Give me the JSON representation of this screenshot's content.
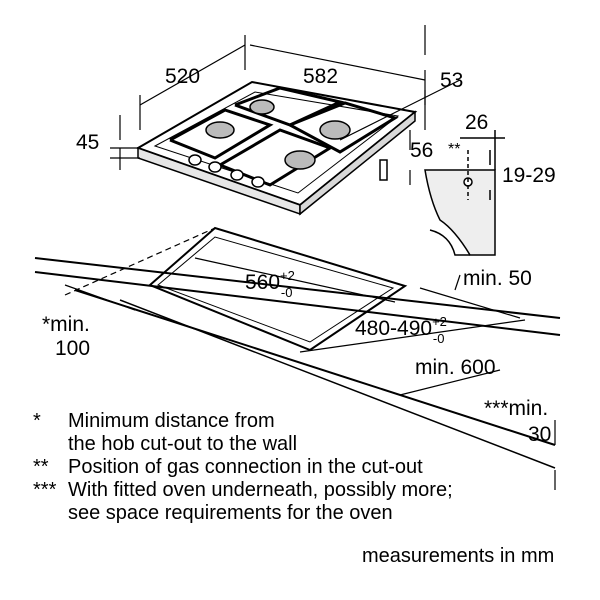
{
  "dimensions": {
    "d520": "520",
    "d582": "582",
    "d53": "53",
    "d45": "45",
    "d26": "26",
    "gas_mark": "**",
    "d56": "56",
    "d19_29": "19-29",
    "cutout_width": {
      "base": "560",
      "sup": "+2",
      "sub": "-0"
    },
    "cutout_depth": {
      "base": "480-490",
      "sup": "+2",
      "sub": "-0"
    },
    "min50": "min. 50",
    "min100": {
      "line1": "*min.",
      "line2": "100"
    },
    "min600": "min. 600",
    "min30": {
      "line1": "***min.",
      "line2": "30"
    }
  },
  "legend": [
    {
      "symbol": "*",
      "line1": "Minimum distance from",
      "line2": "the hob cut-out to the wall"
    },
    {
      "symbol": "**",
      "line1": "Position of gas connection in the cut-out",
      "line2": ""
    },
    {
      "symbol": "***",
      "line1": "With fitted oven underneath, possibly more;",
      "line2": "see space requirements for the oven"
    }
  ],
  "units_note": "measurements in mm"
}
